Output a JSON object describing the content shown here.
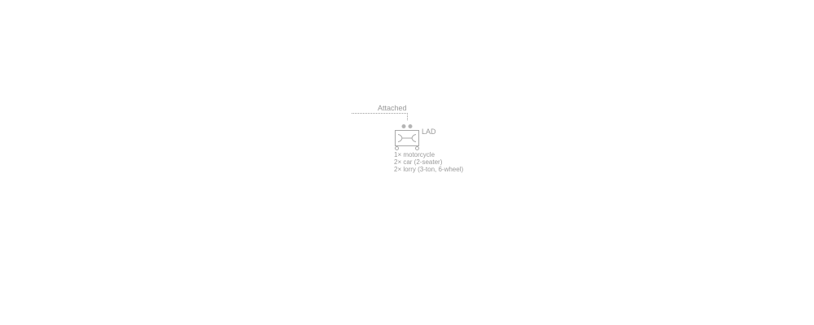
{
  "link": {
    "label": "Attached"
  },
  "unit": {
    "name": "LAD",
    "symbol_icon": "wheeled-repair-unit-icon",
    "equipment": [
      "1× motorcycle",
      "2× car (2-seater)",
      "2× lorry (3-ton, 6-wheel)"
    ]
  }
}
